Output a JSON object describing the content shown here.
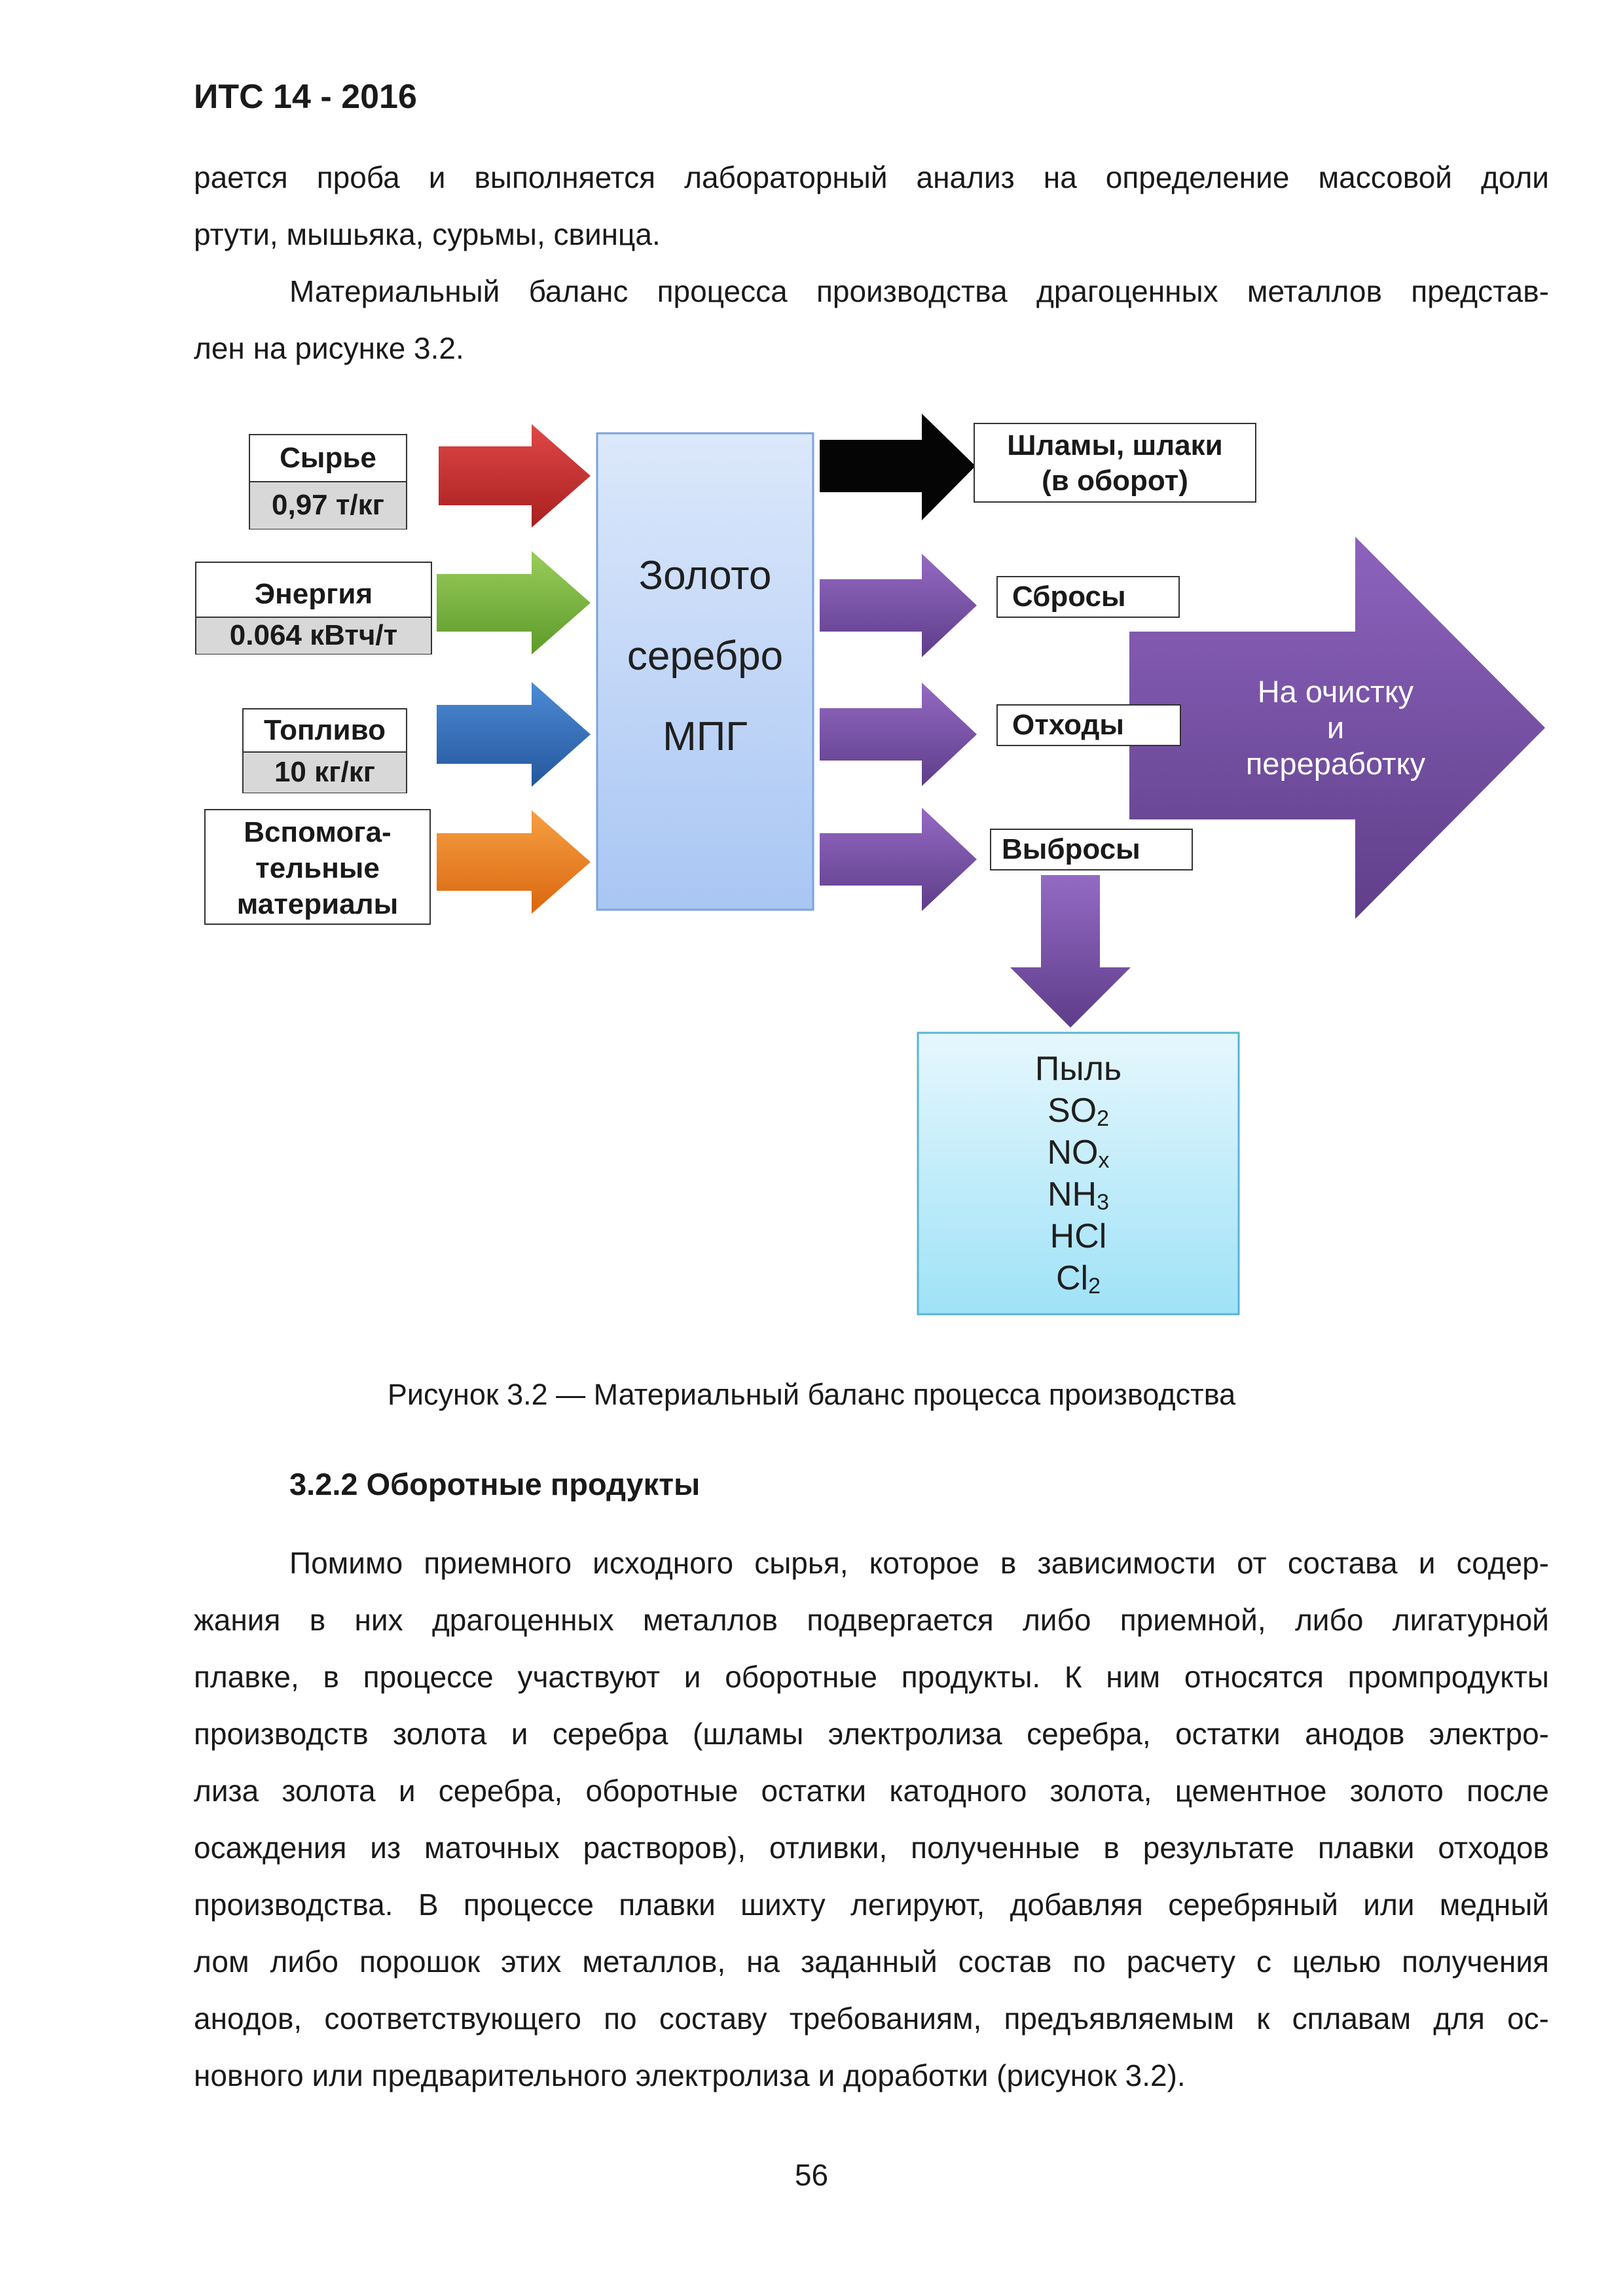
{
  "header": "ИТС 14 - 2016",
  "intro": {
    "line1": "рается проба и выполняется лабораторный анализ на определение массовой доли",
    "line2": "ртути, мышьяка, сурьмы, свинца.",
    "line3": "Материальный баланс процесса производства драгоценных металлов представ-",
    "line4": "лен на рисунке 3.2."
  },
  "diagram": {
    "inputs": [
      {
        "label": "Сырье",
        "value": "0,97 т/кг",
        "arrow_color": "#c62a2a"
      },
      {
        "label": "Энергия",
        "value": "0.064 кВтч/т",
        "arrow_color": "#78b43a"
      },
      {
        "label": "Топливо",
        "value": "10 кг/кг",
        "arrow_color": "#2e6db4"
      },
      {
        "label1": "Вспомога-",
        "label2": "тельные",
        "label3": "материалы",
        "arrow_color": "#ee7f1e"
      }
    ],
    "center": {
      "line1": "Золото",
      "line2": "серебро",
      "line3": "МПГ"
    },
    "outputs": {
      "slag_line1": "Шламы, шлаки",
      "slag_line2": "(в оборот)",
      "discharges": "Сбросы",
      "waste": "Отходы",
      "emissions": "Выбросы"
    },
    "processing": {
      "line1": "На очистку",
      "line2": "и",
      "line3": "переработку"
    },
    "emission_list": [
      {
        "base": "Пыль",
        "sub": ""
      },
      {
        "base": "SO",
        "sub": "2"
      },
      {
        "base": "NO",
        "sub": "x"
      },
      {
        "base": "NH",
        "sub": "3"
      },
      {
        "base": "HCl",
        "sub": ""
      },
      {
        "base": "Cl",
        "sub": "2"
      }
    ],
    "colors": {
      "purple": "#7b4fa6",
      "center_fill": "#b4cdf5",
      "emission_fill": "#a8e4f5"
    }
  },
  "caption": "Рисунок 3.2 — Материальный баланс процесса производства",
  "section_title": "3.2.2 Оборотные продукты",
  "body": {
    "l1": "Помимо приемного исходного сырья, которое в зависимости от состава и содер-",
    "l2": "жания в них драгоценных металлов подвергается либо приемной, либо лигатурной",
    "l3": "плавке, в процессе участвуют и оборотные продукты. К ним относятся промпродукты",
    "l4": "производств золота и серебра (шламы электролиза серебра, остатки анодов электро-",
    "l5": "лиза золота и серебра, оборотные остатки катодного золота, цементное золото после",
    "l6": "осаждения из маточных растворов), отливки, полученные в результате плавки отходов",
    "l7": "производства. В процессе плавки шихту легируют, добавляя серебряный или медный",
    "l8": "лом либо порошок этих металлов, на заданный состав по расчету с целью получения",
    "l9": "анодов, соответствующего по составу требованиям, предъявляемым к сплавам для ос-",
    "l10": "новного или предварительного электролиза и доработки (рисунок 3.2)."
  },
  "page_number": "56"
}
